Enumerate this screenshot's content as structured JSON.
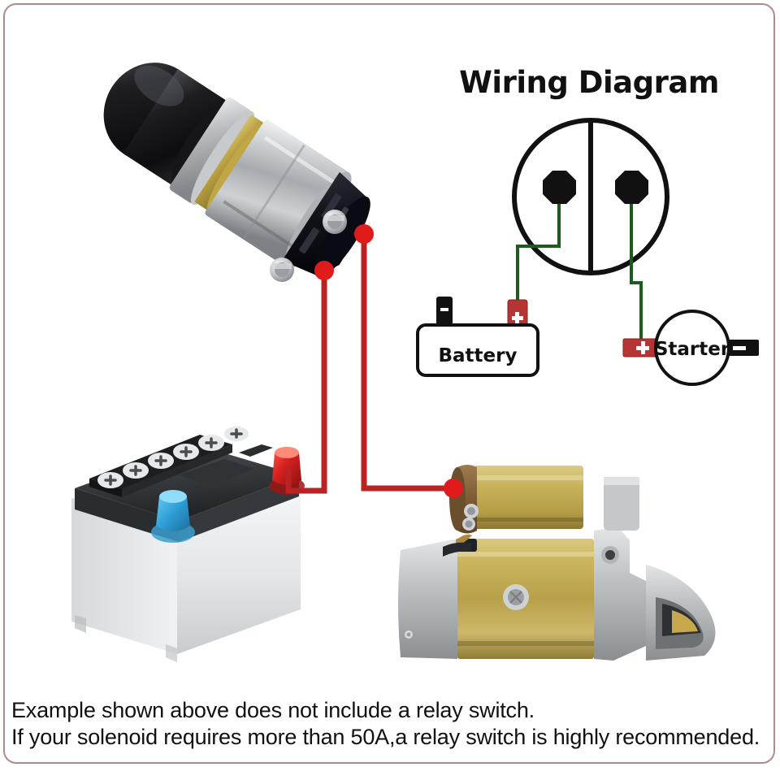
{
  "page": {
    "background": "#ffffff",
    "frame_color": "#b08a8a"
  },
  "diagram": {
    "title": "Wiring Diagram",
    "battery_label": "Battery",
    "starter_label": "Starter",
    "battery_positive_symbol": "+",
    "battery_negative_symbol": "−",
    "starter_positive_symbol": "+",
    "starter_negative_symbol": "−",
    "wire_color_signal": "#1e5c1e",
    "wire_color_power": "#bb2222",
    "terminal_color": "#111111",
    "positive_tab_color": "#b63434",
    "negative_tab_color": "#111111"
  },
  "photos": {
    "solenoid": {
      "name": "push-button starter solenoid switch",
      "boot_color": "#1a1a1c",
      "body_color": "#b9bcc0",
      "ring_color": "#c8a93f"
    },
    "battery": {
      "name": "lead acid car battery",
      "case_color": "#e9ebec",
      "top_color": "#3a3c3f",
      "positive_terminal_color": "#d01f1f",
      "negative_terminal_color": "#2f9fd8",
      "cap_count": 6,
      "cap_symbol": "+"
    },
    "starter": {
      "name": "starter motor",
      "body_color": "#c4a84a",
      "housing_color": "#b9bcc0",
      "solenoid_color": "#8a6a3a"
    }
  },
  "wires": {
    "power": [
      {
        "name": "solenoid-terminal-1-to-battery-positive",
        "from": "solenoid lower terminal",
        "to": "battery positive post"
      },
      {
        "name": "solenoid-terminal-2-to-starter",
        "from": "solenoid upper terminal",
        "to": "starter motor solenoid stud"
      }
    ]
  },
  "note": {
    "line1": "Example shown above does not include a relay switch.",
    "line2": "If your solenoid requires more than 50A,a relay switch is highly recommended."
  }
}
